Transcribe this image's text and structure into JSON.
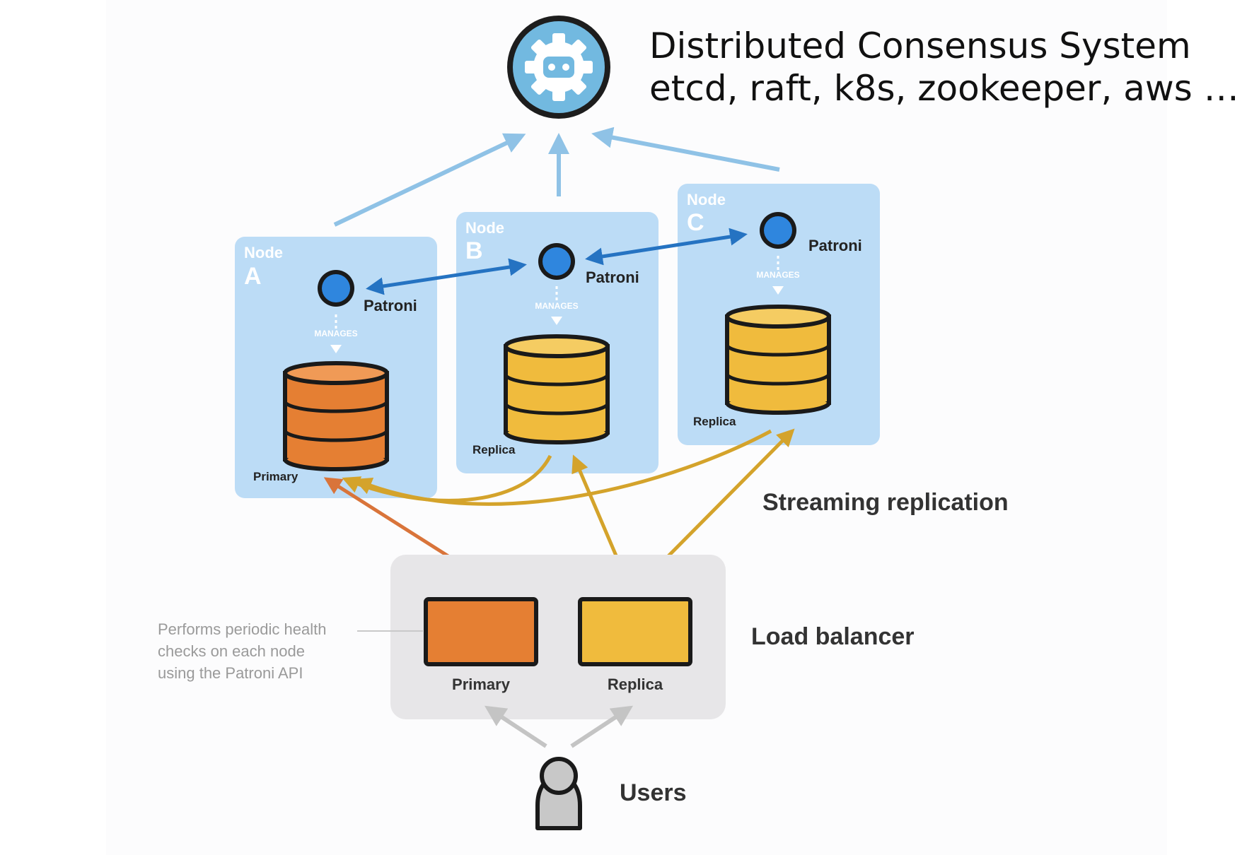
{
  "title": {
    "line1": "Distributed Consensus System",
    "line2": "etcd, raft, k8s, zookeeper, aws …"
  },
  "consensus_icon": "etcd-gear-robot-icon",
  "nodes": [
    {
      "label_word": "Node",
      "label_letter": "A",
      "agent": "Patroni",
      "manages": "MANAGES",
      "db_role": "Primary"
    },
    {
      "label_word": "Node",
      "label_letter": "B",
      "agent": "Patroni",
      "manages": "MANAGES",
      "db_role": "Replica"
    },
    {
      "label_word": "Node",
      "label_letter": "C",
      "agent": "Patroni",
      "manages": "MANAGES",
      "db_role": "Replica"
    }
  ],
  "streaming_replication": "Streaming replication",
  "load_balancer": {
    "title": "Load balancer",
    "primary_label": "Primary",
    "replica_label": "Replica"
  },
  "health_check_note": {
    "line1": "Performs periodic health",
    "line2": "checks on each node",
    "line3": "using the Patroni API"
  },
  "users_label": "Users",
  "colors": {
    "node_panel": "#bcdcf6",
    "patroni_blue": "#2f86de",
    "consensus_arrow": "#8fc2e6",
    "peer_arrow": "#2573c2",
    "primary_orange": "#e57f33",
    "replica_yellow": "#f0bb3d",
    "replication_arrow": "#d4a32b",
    "lb_panel": "#e7e6e8",
    "users_arrow": "#c4c4c4",
    "user_gray": "#c8c8c8"
  }
}
